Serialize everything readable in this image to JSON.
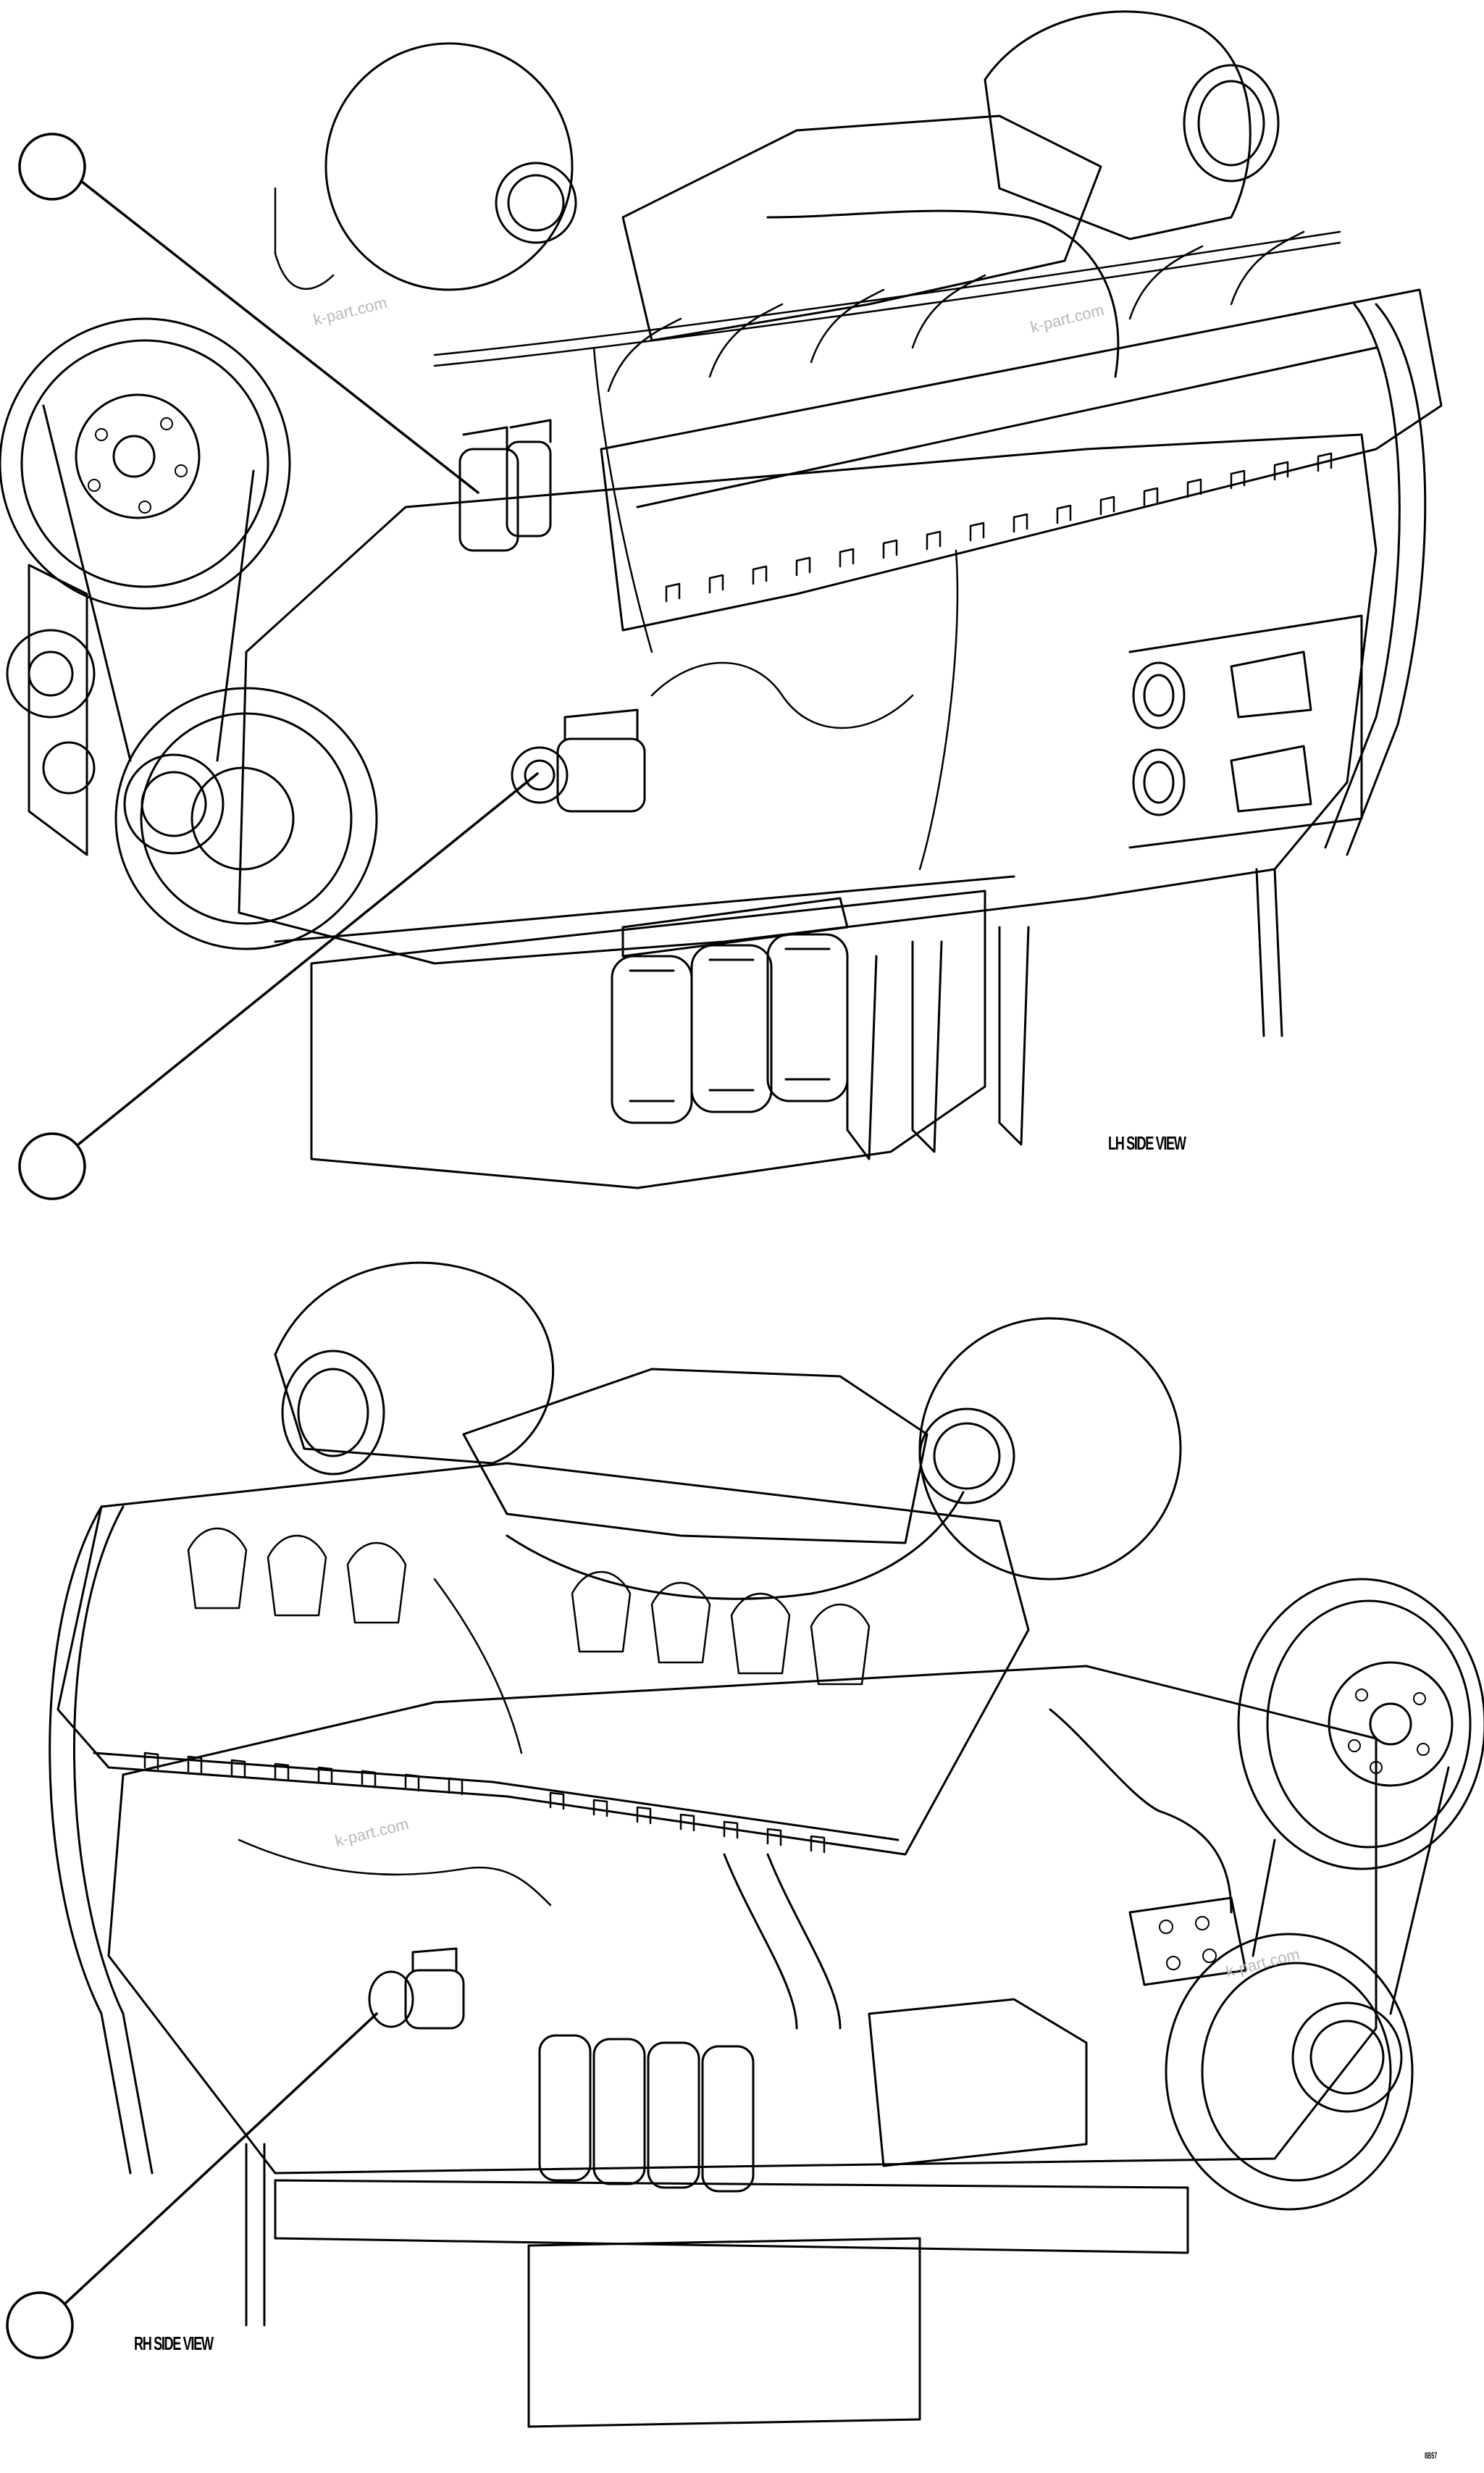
{
  "views": {
    "lh": {
      "label": "LH SIDE VIEW"
    },
    "rh": {
      "label": "RH SIDE VIEW"
    }
  },
  "callouts": [
    {
      "id": "callout-1",
      "label": ""
    },
    {
      "id": "callout-2",
      "label": ""
    },
    {
      "id": "callout-3",
      "label": ""
    }
  ],
  "watermark": "k-part.com",
  "sheet_code": "8B57",
  "line_color": "#000000",
  "background_color": "#ffffff"
}
